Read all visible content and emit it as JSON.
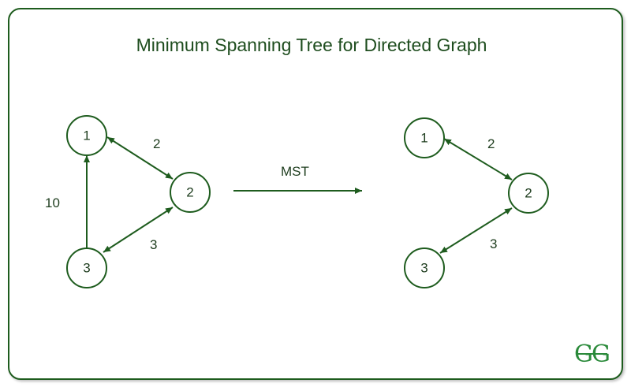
{
  "title": "Minimum Spanning Tree for Directed Graph",
  "transform_label": "MST",
  "logo_text": "GG",
  "colors": {
    "stroke": "#1e5c1e",
    "text": "#1e3d1e",
    "logo": "#2a8a3a"
  },
  "input_graph": {
    "nodes": [
      "1",
      "2",
      "3"
    ],
    "edges": [
      {
        "from": "1",
        "to": "2",
        "weight": "2",
        "direction": "both"
      },
      {
        "from": "3",
        "to": "2",
        "weight": "3",
        "direction": "both"
      },
      {
        "from": "3",
        "to": "1",
        "weight": "10",
        "direction": "forward"
      }
    ]
  },
  "mst_graph": {
    "nodes": [
      "1",
      "2",
      "3"
    ],
    "edges": [
      {
        "from": "1",
        "to": "2",
        "weight": "2",
        "direction": "both"
      },
      {
        "from": "3",
        "to": "2",
        "weight": "3",
        "direction": "both"
      }
    ]
  }
}
